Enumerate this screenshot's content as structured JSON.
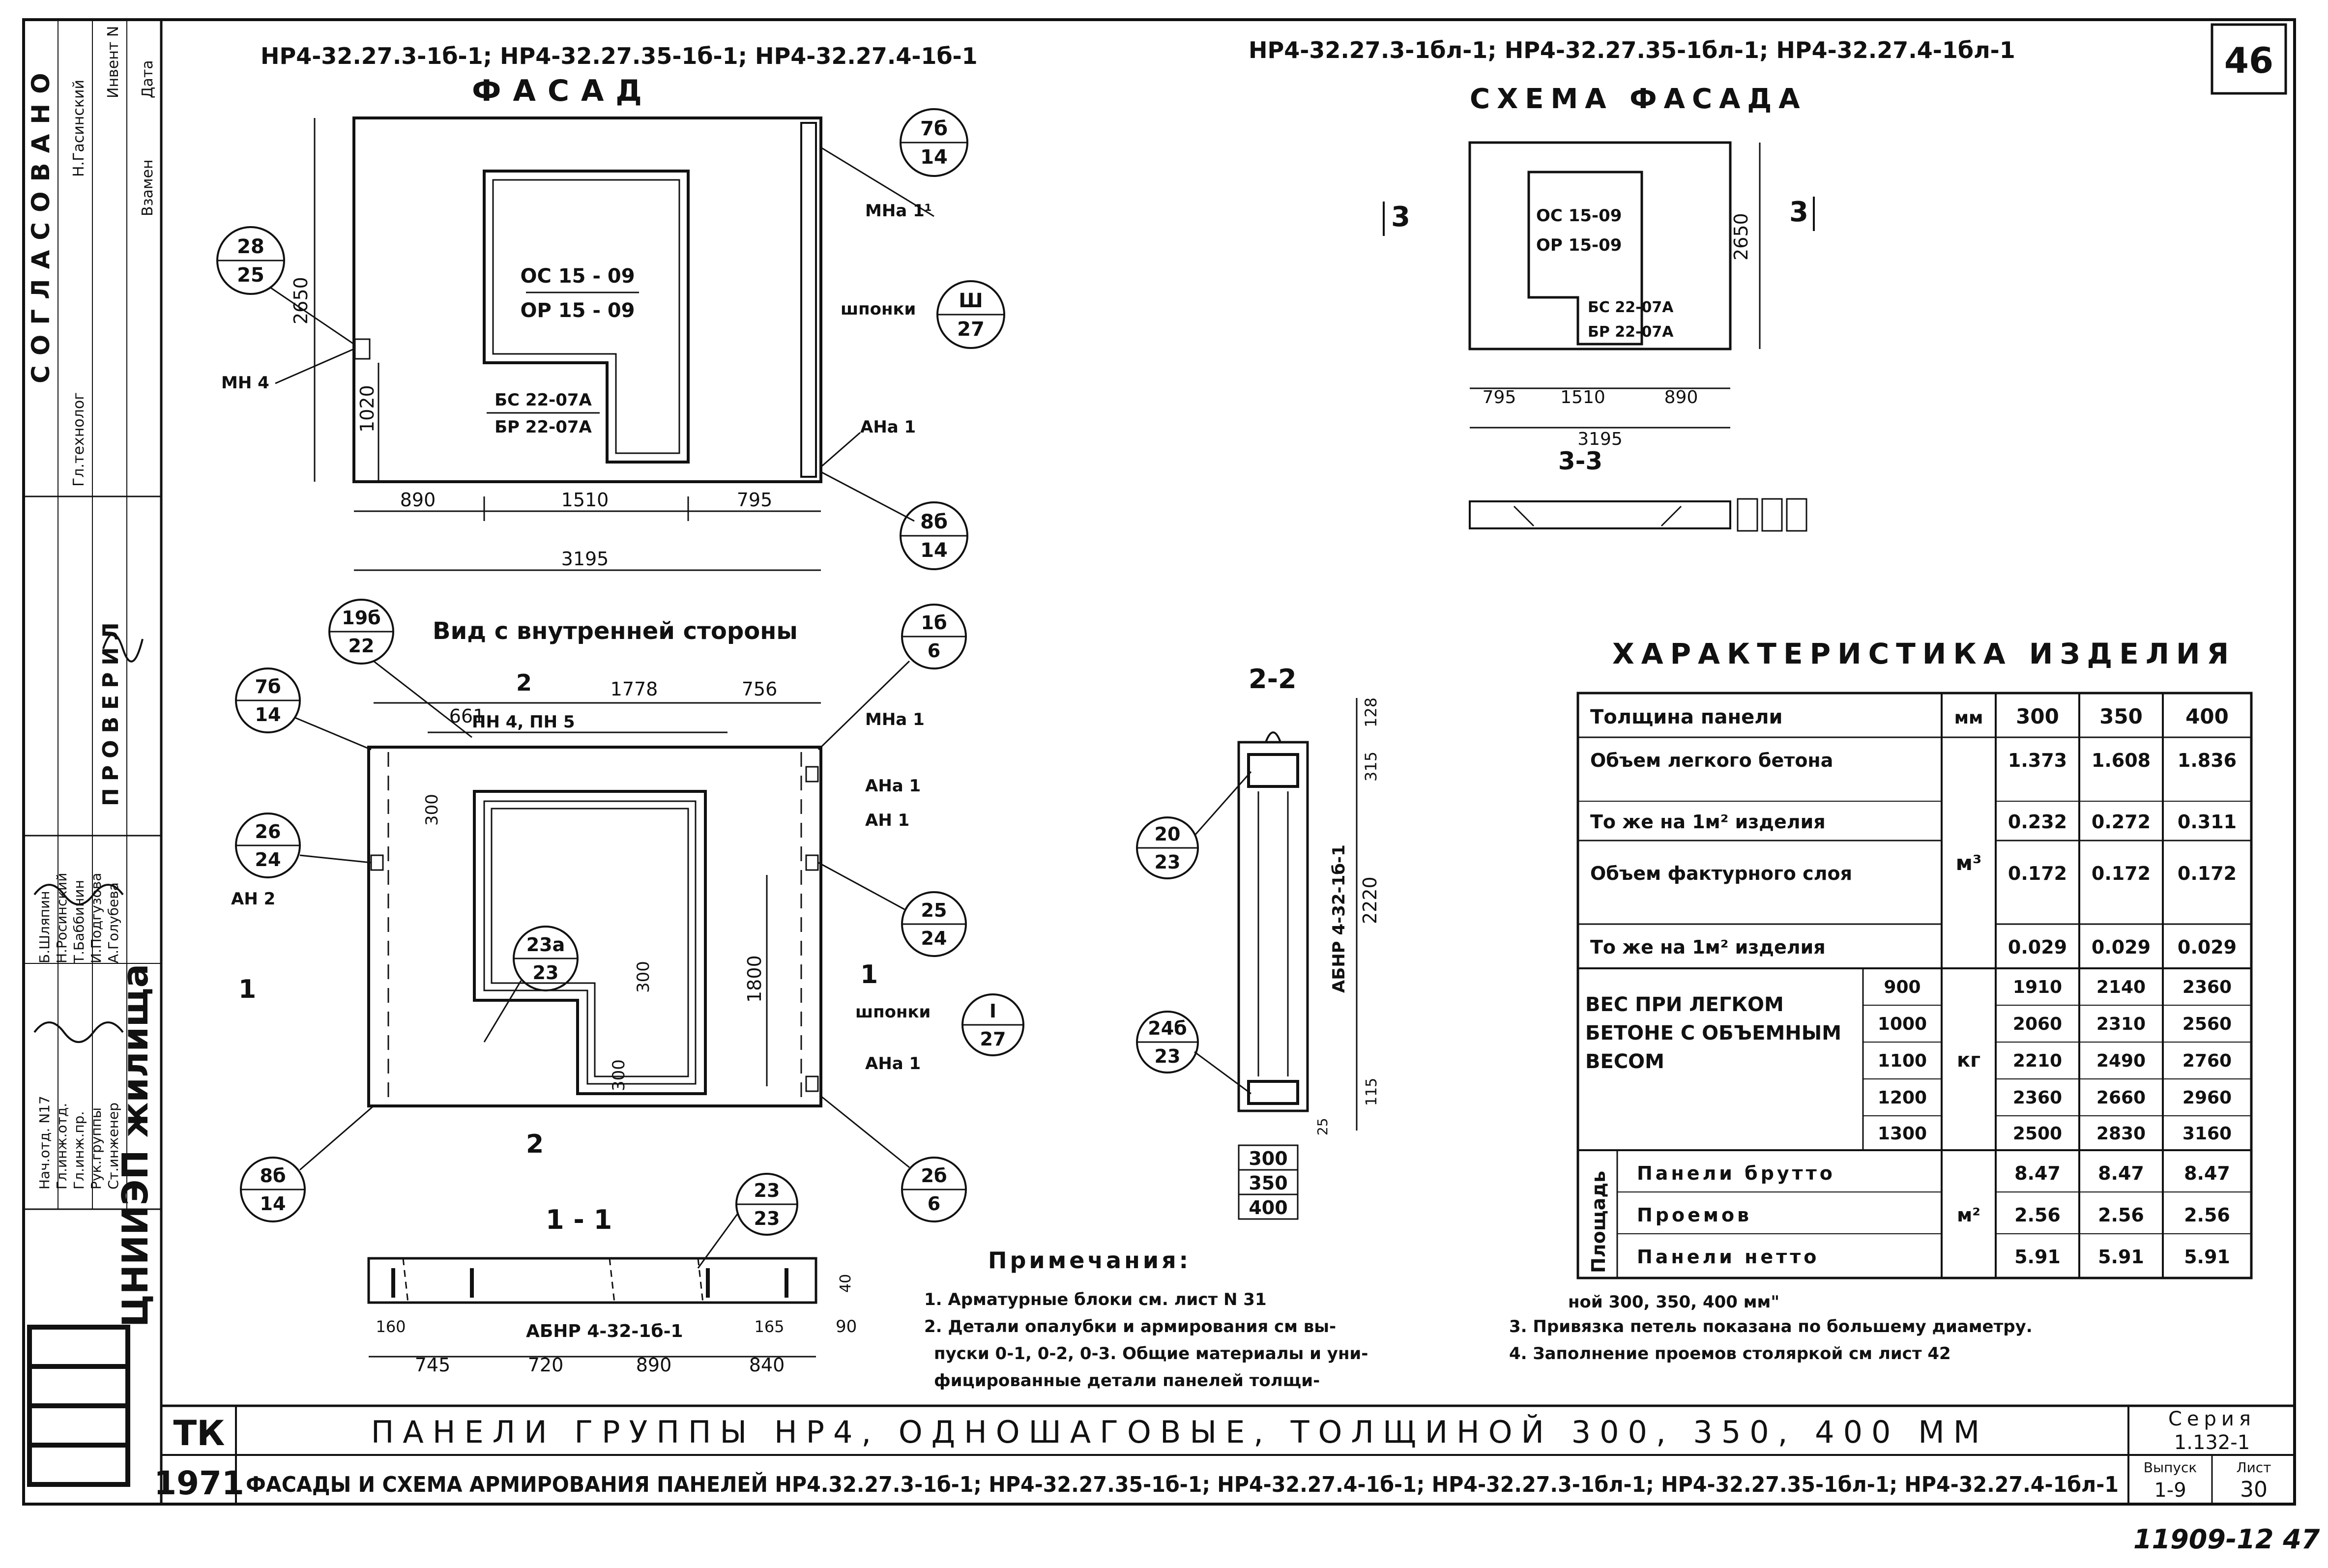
{
  "sheet_number": "46",
  "header": {
    "left_marks": "НР4-32.27.3-1б-1; НР4-32.27.35-1б-1; НР4-32.27.4-1б-1",
    "right_marks": "НР4-32.27.3-1бл-1; НР4-32.27.35-1бл-1; НР4-32.27.4-1бл-1"
  },
  "facade": {
    "title": "ФАСАД",
    "opening_top": "ОС 15 - 09",
    "opening_bottom": "ОР 15 - 09",
    "door_top": "БС 22-07А",
    "door_bottom": "БР 22-07А",
    "dims": {
      "height": "2650",
      "sill": "1020",
      "w1": "890",
      "w2": "1510",
      "w3": "795",
      "total": "3195"
    },
    "labels": {
      "mn4": "МН 4",
      "mna11": "МНа 1¹",
      "shponki": "шпонки",
      "ana1": "АНа 1"
    },
    "callouts": [
      {
        "top": "28",
        "bottom": "25"
      },
      {
        "top": "7б",
        "bottom": "14"
      },
      {
        "top": "Ш",
        "bottom": "27"
      },
      {
        "top": "8б",
        "bottom": "14"
      }
    ]
  },
  "inner": {
    "title": "Вид с внутренней стороны",
    "dims": {
      "d1": "661",
      "d2": "1778",
      "d3": "756",
      "d300a": "300",
      "d300b": "300",
      "d1800": "1800",
      "d300c": "300"
    },
    "labels": {
      "pn": "ПН 4, ПН 5",
      "mna1": "МНа 1",
      "ana1": "АНа 1",
      "an1": "АН 1",
      "an2": "АН 2",
      "shponki": "шпонки",
      "ana1b": "АНа 1",
      "sec2": "2",
      "sec1": "1"
    },
    "callouts": [
      {
        "top": "19б",
        "bottom": "22"
      },
      {
        "top": "7б",
        "bottom": "14"
      },
      {
        "top": "1б",
        "bottom": "6"
      },
      {
        "top": "26",
        "bottom": "24"
      },
      {
        "top": "23а",
        "bottom": "23"
      },
      {
        "top": "25",
        "bottom": "24"
      },
      {
        "top": "I",
        "bottom": "27"
      },
      {
        "top": "8б",
        "bottom": "14"
      },
      {
        "top": "2б",
        "bottom": "6"
      }
    ]
  },
  "section11": {
    "title": "1 - 1",
    "label": "АБНР 4-32-1б-1",
    "dims": {
      "d160": "160",
      "d745": "745",
      "d720": "720",
      "d890": "890",
      "d165": "165",
      "d840": "840",
      "d40": "40",
      "d90": "90"
    },
    "callout": {
      "top": "23",
      "bottom": "23"
    }
  },
  "section22": {
    "title": "2-2",
    "label": "АБНР 4-32-1б-1",
    "dims": {
      "d128": "128",
      "d315": "315",
      "d2220": "2220",
      "d115": "115",
      "d25": "25",
      "t300": "300",
      "t350": "350",
      "t400": "400"
    },
    "callouts": [
      {
        "top": "20",
        "bottom": "23"
      },
      {
        "top": "24б",
        "bottom": "23"
      }
    ]
  },
  "scheme": {
    "title": "СХЕМА ФАСАДА",
    "opening_top": "ОС 15-09",
    "opening_bottom": "ОР 15-09",
    "door_top": "БС 22-07А",
    "door_bottom": "БР 22-07А",
    "dims": {
      "height": "2650",
      "w1": "795",
      "w2": "1510",
      "w3": "890",
      "total": "3195"
    },
    "section": "3-3",
    "markers": {
      "left": "3",
      "right": "3"
    }
  },
  "characteristics": {
    "title": "ХАРАКТЕРИСТИКА ИЗДЕЛИЯ",
    "rows": [
      {
        "name": "Толщина панели",
        "unit": "мм",
        "v": [
          "300",
          "350",
          "400"
        ]
      },
      {
        "name": "Объем легкого бетона",
        "unit": "",
        "v": [
          "1.373",
          "1.608",
          "1.836"
        ]
      },
      {
        "name": "То же на 1м² изделия",
        "unit": "",
        "v": [
          "0.232",
          "0.272",
          "0.311"
        ]
      },
      {
        "name": "Объем фактурного слоя",
        "unit": "м³",
        "v": [
          "0.172",
          "0.172",
          "0.172"
        ]
      },
      {
        "name": "То же на 1м² изделия",
        "unit": "",
        "v": [
          "0.029",
          "0.029",
          "0.029"
        ]
      }
    ],
    "weight_label": "Вес при легком бетоне с объемным весом",
    "weight_unit": "кг",
    "weights": [
      {
        "w": "900",
        "v": [
          "1910",
          "2140",
          "2360"
        ]
      },
      {
        "w": "1000",
        "v": [
          "2060",
          "2310",
          "2560"
        ]
      },
      {
        "w": "1100",
        "v": [
          "2210",
          "2490",
          "2760"
        ]
      },
      {
        "w": "1200",
        "v": [
          "2360",
          "2660",
          "2960"
        ]
      },
      {
        "w": "1300",
        "v": [
          "2500",
          "2830",
          "3160"
        ]
      }
    ],
    "area_label": "Площадь",
    "area_unit": "м²",
    "areas": [
      {
        "name": "Панели брутто",
        "v": [
          "8.47",
          "8.47",
          "8.47"
        ]
      },
      {
        "name": "Проемов",
        "v": [
          "2.56",
          "2.56",
          "2.56"
        ]
      },
      {
        "name": "Панели нетто",
        "v": [
          "5.91",
          "5.91",
          "5.91"
        ]
      }
    ]
  },
  "notes": {
    "title": "Примечания:",
    "items": [
      "1. Арматурные блоки см. лист N 31",
      "2. Детали опалубки и армирования см вы-",
      "пуски 0-1, 0-2, 0-3. Общие материалы и уни-",
      "фицированные детали панелей толщи-",
      "ной 300, 350, 400 мм\"",
      "3. Привязка петель показана по большему диаметру.",
      "4. Заполнение проемов столяркой см лист 42"
    ]
  },
  "title_block": {
    "tk": "ТК",
    "year": "1971",
    "title1": "ПАНЕЛИ ГРУППЫ НР4, ОДНОШАГОВЫЕ, ТОЛЩИНОЙ 300, 350, 400 ММ",
    "title2": "ФАСАДЫ И СХЕМА АРМИРОВАНИЯ ПАНЕЛЕЙ НР4.32.27.3-1б-1; НР4-32.27.35-1б-1; НР4-32.27.4-1б-1; НР4-32.27.3-1бл-1; НР4-32.27.35-1бл-1; НР4-32.27.4-1бл-1",
    "series_label": "Серия",
    "series": "1.132-1",
    "issue_label": "Выпуск",
    "issue": "1-9",
    "sheet_label": "Лист",
    "sheet": "30",
    "org": "ЦНИИЭП жилища"
  },
  "side_stamp": {
    "agreed": "СОГЛАСОВАНО",
    "checked": "ПРОВЕРИЛ",
    "roles": [
      "Гл.технолог",
      "Нач.отд. N17",
      "Гл.инж.отд.",
      "Гл.инж.пр.",
      "Рук.группы",
      "Ст.инженер"
    ],
    "names": [
      "Н.Гасинский",
      "Б.Шляпин",
      "Н.Росинский",
      "Т.Баббинин",
      "И.Подгузова",
      "А.Голубева"
    ],
    "cols": [
      "Дата",
      "Инвент N",
      "Взамен"
    ]
  },
  "footer_number": "11909-12   47"
}
